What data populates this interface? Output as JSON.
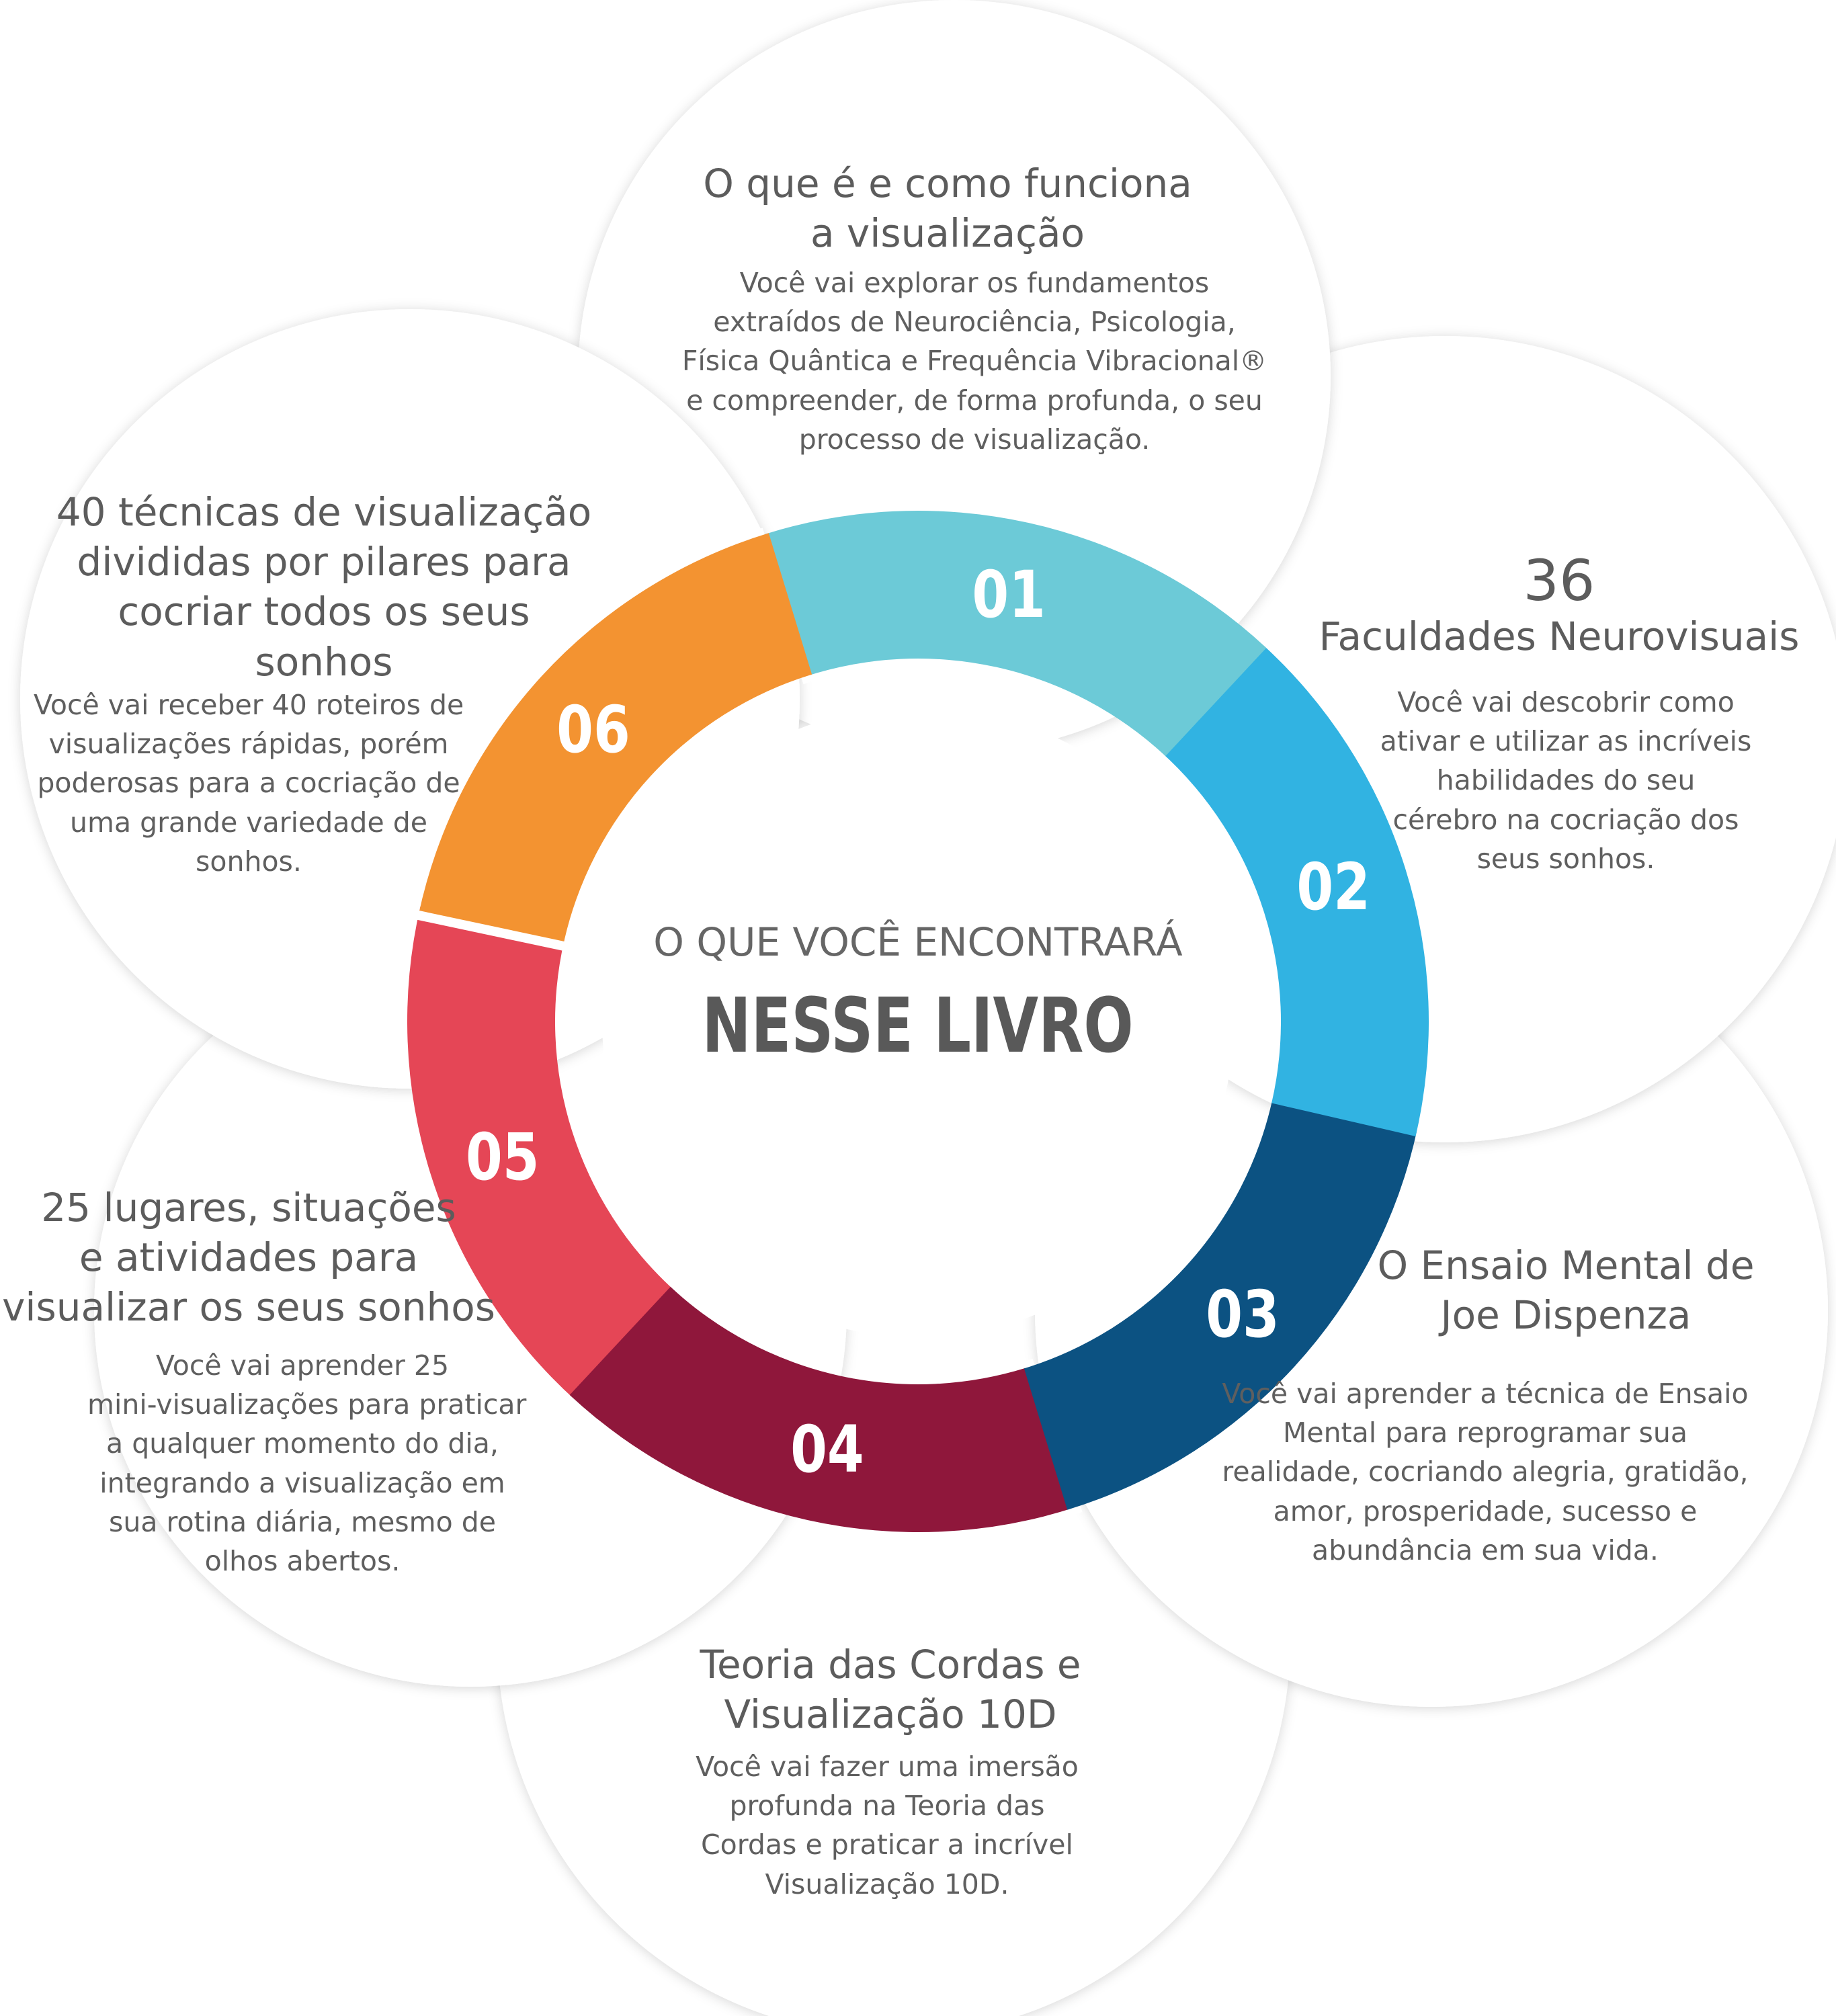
{
  "center": {
    "subtitle": "O QUE VOCÊ ENCONTRARÁ",
    "title": "NESSE LIVRO"
  },
  "colors": {
    "s01": "#6ccad7",
    "s02": "#31b3e2",
    "s03": "#0c5282",
    "s04": "#8f173b",
    "s05": "#e54656",
    "s06": "#f39331",
    "petal": "#ffffff",
    "text": "#5f5f5f"
  },
  "segments": [
    "01",
    "02",
    "03",
    "04",
    "05",
    "06"
  ],
  "items": [
    {
      "title_lines": [
        "O que é e como funciona",
        "a visualização"
      ],
      "desc_lines": [
        "Você vai explorar os fundamentos",
        "extraídos de Neurociência, Psicologia,",
        "Física Quântica e Frequência Vibracional®",
        "e compreender, de forma profunda, o seu",
        "processo de visualização."
      ]
    },
    {
      "number": "36",
      "title_lines": [
        "Faculdades Neurovisuais"
      ],
      "desc_lines": [
        "Você vai descobrir como",
        "ativar e utilizar as incríveis",
        "habilidades do seu",
        "cérebro na cocriação dos",
        "seus sonhos."
      ]
    },
    {
      "title_lines": [
        "O Ensaio Mental de",
        "Joe Dispenza"
      ],
      "desc_lines": [
        "Você vai aprender a técnica de Ensaio",
        "Mental para reprogramar sua",
        "realidade, cocriando alegria, gratidão,",
        "amor, prosperidade, sucesso e",
        "abundância em sua vida."
      ]
    },
    {
      "title_lines": [
        "Teoria das Cordas e",
        "Visualização 10D"
      ],
      "desc_lines": [
        "Você vai fazer uma imersão",
        "profunda na Teoria das",
        "Cordas e praticar a incrível",
        "Visualização 10D."
      ]
    },
    {
      "title_lines": [
        "25 lugares, situações",
        "e atividades para",
        "visualizar os seus sonhos"
      ],
      "desc_lines": [
        "Você vai aprender 25",
        "mini-visualizações para praticar",
        "a qualquer momento do dia,",
        "integrando a visualização em",
        "sua rotina diária, mesmo de",
        "olhos abertos."
      ]
    },
    {
      "title_lines": [
        "40 técnicas de visualização",
        "divididas por pilares para",
        "cocriar todos os seus",
        "sonhos"
      ],
      "desc_lines": [
        "Você vai receber 40 roteiros de",
        "visualizações rápidas, porém",
        "poderosas para a cocriação de",
        "uma grande variedade de",
        "sonhos."
      ]
    }
  ]
}
